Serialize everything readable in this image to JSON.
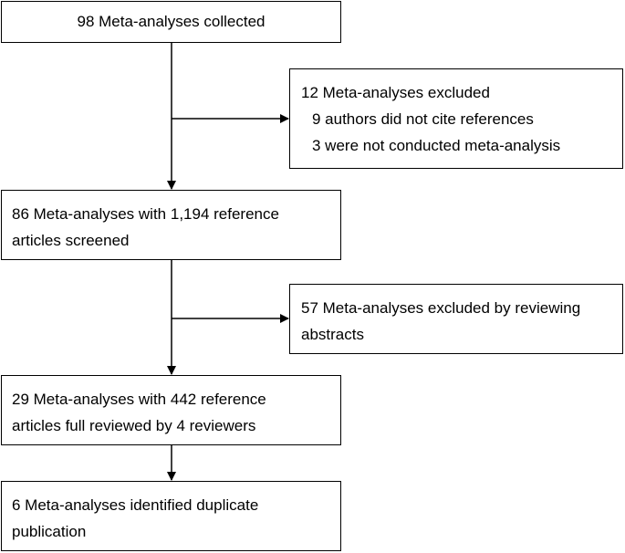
{
  "flowchart": {
    "collected": {
      "text": "98 Meta-analyses collected"
    },
    "excluded_first": {
      "title": "12 Meta-analyses excluded",
      "reasons": [
        "9 authors did not cite references",
        "3 were not conducted meta-analysis"
      ]
    },
    "screened": {
      "lines": [
        "86 Meta-analyses with 1,194 reference",
        "articles screened"
      ]
    },
    "excluded_second": {
      "lines": [
        "57 Meta-analyses excluded by reviewing",
        "abstracts"
      ]
    },
    "reviewed": {
      "lines": [
        "29 Meta-analyses with 442 reference",
        "articles full reviewed by 4 reviewers"
      ]
    },
    "identified": {
      "lines": [
        "6 Meta-analyses identified duplicate",
        "publication"
      ]
    },
    "colors": {
      "stroke": "#000000",
      "background": "#ffffff",
      "text": "#000000"
    }
  }
}
